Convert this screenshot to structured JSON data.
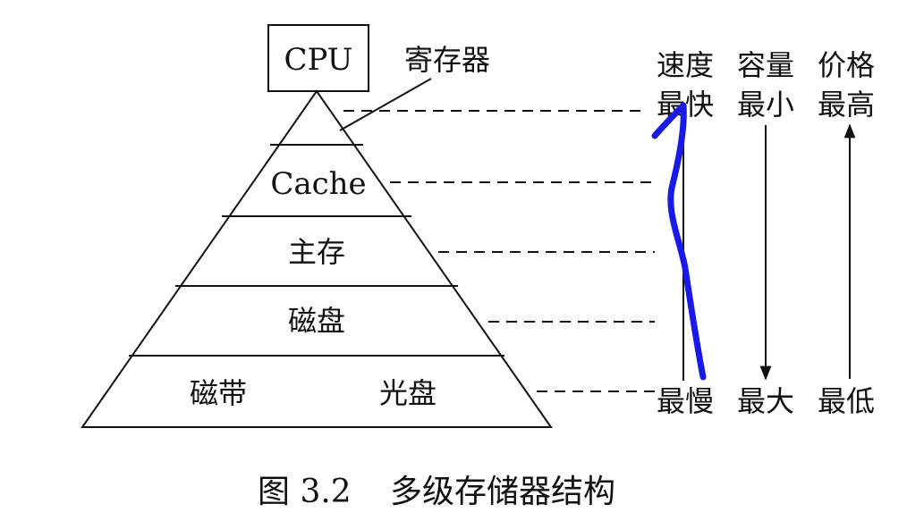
{
  "pyramid": {
    "cpu_label": "CPU",
    "register_label": "寄存器",
    "levels": {
      "cache": "Cache",
      "main_memory": "主存",
      "disk": "磁盘",
      "tape": "磁带",
      "optical_disc": "光盘"
    }
  },
  "properties": {
    "speed": {
      "header": "速度",
      "top": "最快",
      "bottom": "最慢"
    },
    "capacity": {
      "header": "容量",
      "top": "最小",
      "bottom": "最大"
    },
    "price": {
      "header": "价格",
      "top": "最高",
      "bottom": "最低"
    }
  },
  "caption": {
    "figure_number": "图 3.2",
    "title": "多级存储器结构"
  },
  "annotation": {
    "stroke_color": "#1a1ae6"
  }
}
